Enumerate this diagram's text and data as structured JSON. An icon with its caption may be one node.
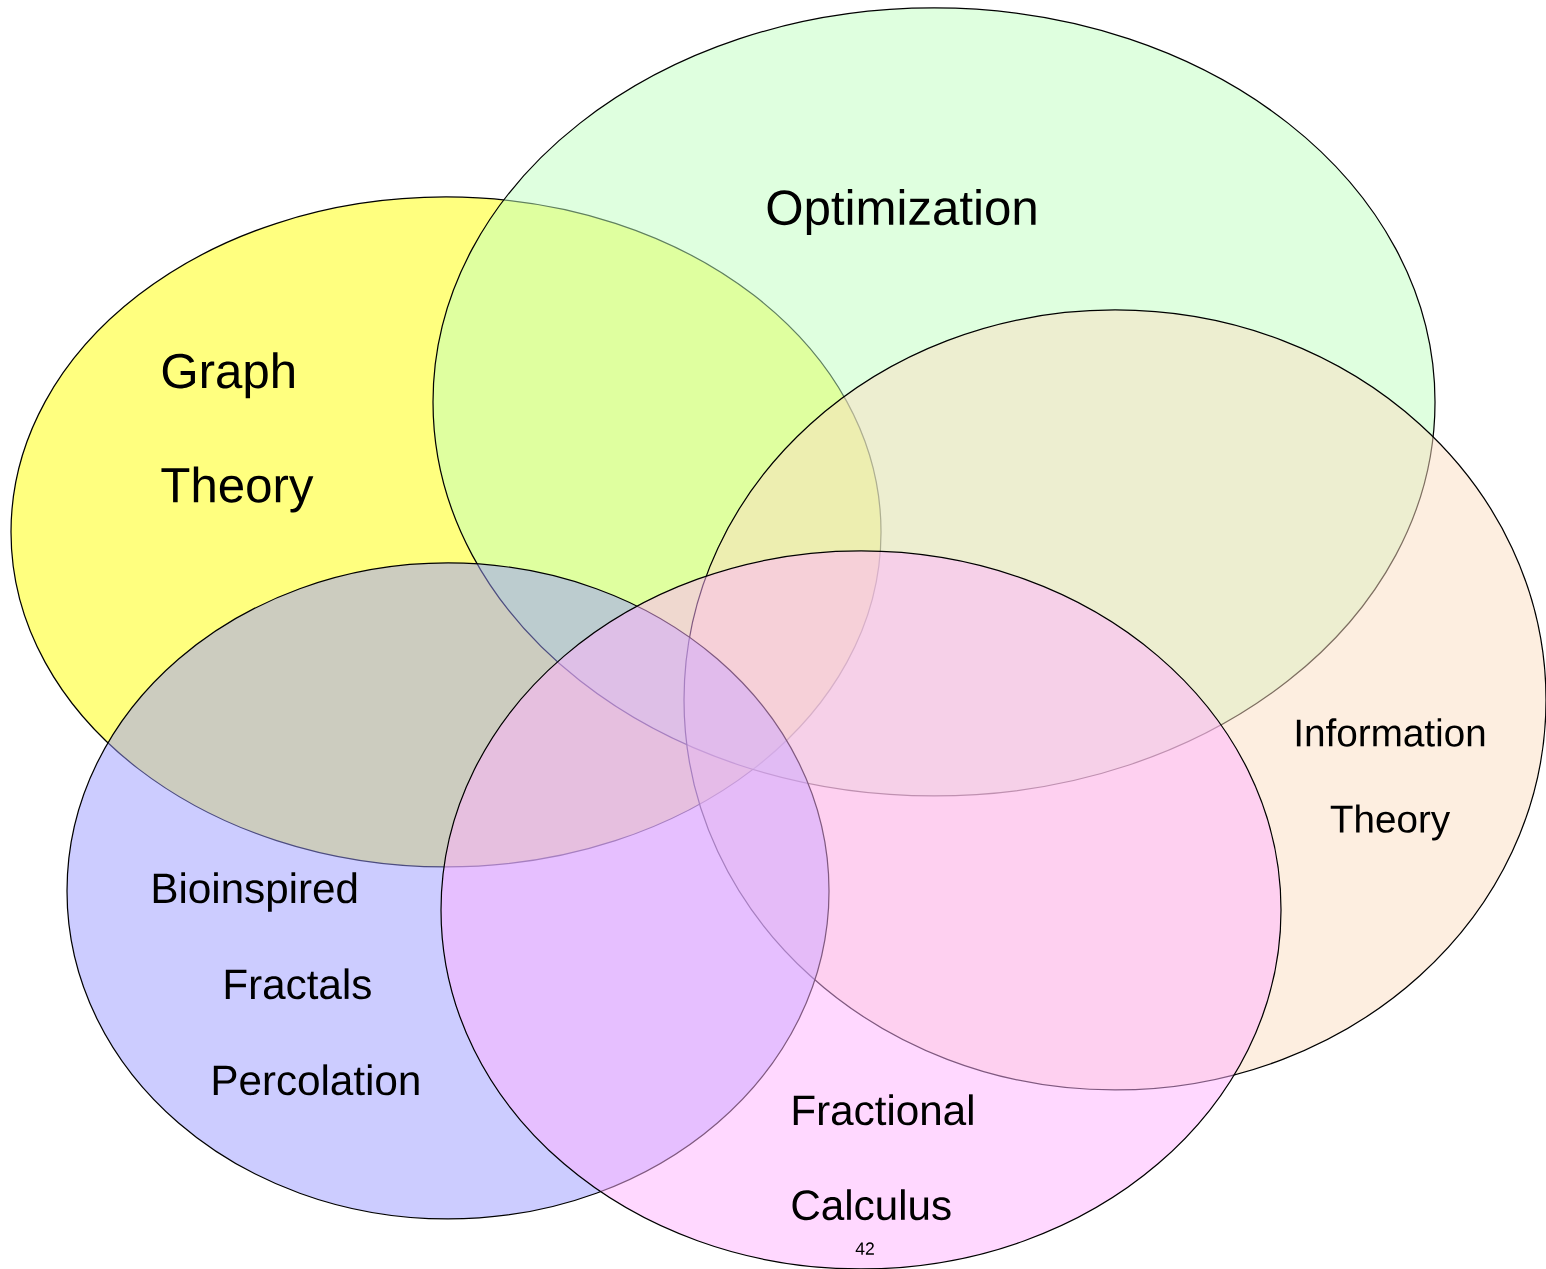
{
  "diagram": {
    "nodes": [
      {
        "text": [
          "Graph Theory"
        ]
      },
      {
        "text": [
          "Optimization"
        ]
      },
      {
        "text": [
          "Information Theory"
        ]
      },
      {
        "text": [
          "Bioinspired",
          "Fractals",
          "Percolation"
        ]
      },
      {
        "text": [
          "Fractional Calculus"
        ]
      }
    ],
    "labels": [
      "42"
    ]
  }
}
